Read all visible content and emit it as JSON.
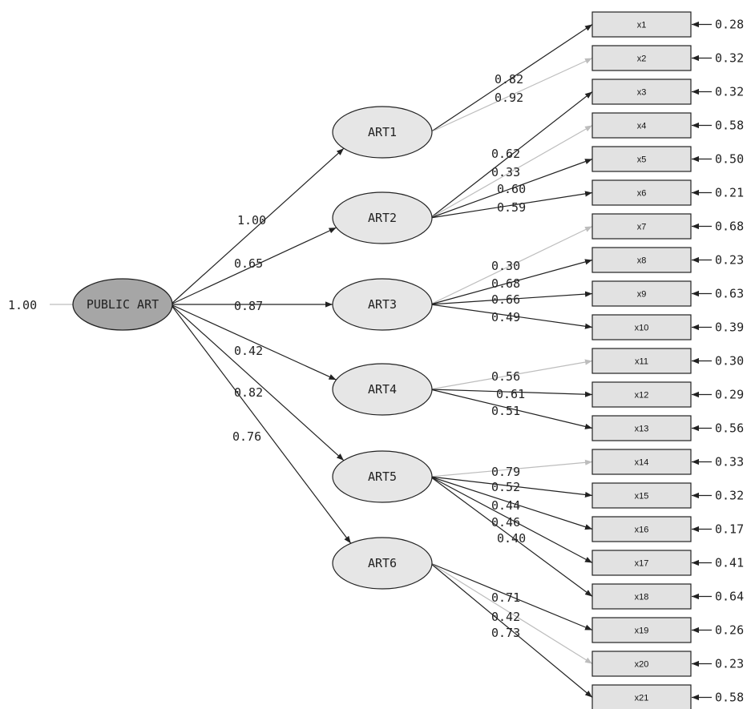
{
  "colors": {
    "primary_node_fill": "#a6a6a6",
    "factor_node_fill": "#e6e6e6",
    "indicator_fill": "#e2e2e2",
    "dark_path": "#222222",
    "light_path": "#bdbdbd"
  },
  "primary": {
    "label": "PUBLIC ART",
    "variance": "1.00"
  },
  "factors": [
    {
      "id": "ART1",
      "label": "ART1",
      "loading": "1.00"
    },
    {
      "id": "ART2",
      "label": "ART2",
      "loading": "0.65"
    },
    {
      "id": "ART3",
      "label": "ART3",
      "loading": "0.87"
    },
    {
      "id": "ART4",
      "label": "ART4",
      "loading": "0.42"
    },
    {
      "id": "ART5",
      "label": "ART5",
      "loading": "0.82"
    },
    {
      "id": "ART6",
      "label": "ART6",
      "loading": "0.76"
    }
  ],
  "indicators": [
    {
      "label": "x1",
      "error": "0.28",
      "factor": 0,
      "loading": "0.82",
      "style": "dark"
    },
    {
      "label": "x2",
      "error": "0.32",
      "factor": 0,
      "loading": "0.92",
      "style": "light"
    },
    {
      "label": "x3",
      "error": "0.32",
      "factor": 1,
      "loading": "0.62",
      "style": "dark"
    },
    {
      "label": "x4",
      "error": "0.58",
      "factor": 1,
      "loading": "0.33",
      "style": "light"
    },
    {
      "label": "x5",
      "error": "0.50",
      "factor": 1,
      "loading": "0.60",
      "style": "dark"
    },
    {
      "label": "x6",
      "error": "0.21",
      "factor": 1,
      "loading": "0.59",
      "style": "dark"
    },
    {
      "label": "x7",
      "error": "0.68",
      "factor": 2,
      "loading": "0.30",
      "style": "light"
    },
    {
      "label": "x8",
      "error": "0.23",
      "factor": 2,
      "loading": "0.68",
      "style": "dark"
    },
    {
      "label": "x9",
      "error": "0.63",
      "factor": 2,
      "loading": "0.66",
      "style": "dark"
    },
    {
      "label": "x10",
      "error": "0.39",
      "factor": 2,
      "loading": "0.49",
      "style": "dark"
    },
    {
      "label": "x11",
      "error": "0.30",
      "factor": 3,
      "loading": "0.56",
      "style": "light"
    },
    {
      "label": "x12",
      "error": "0.29",
      "factor": 3,
      "loading": "0.61",
      "style": "dark"
    },
    {
      "label": "x13",
      "error": "0.56",
      "factor": 3,
      "loading": "0.51",
      "style": "dark"
    },
    {
      "label": "x14",
      "error": "0.33",
      "factor": 4,
      "loading": "0.79",
      "style": "light"
    },
    {
      "label": "x15",
      "error": "0.32",
      "factor": 4,
      "loading": "0.52",
      "style": "dark"
    },
    {
      "label": "x16",
      "error": "0.17",
      "factor": 4,
      "loading": "0.44",
      "style": "dark"
    },
    {
      "label": "x17",
      "error": "0.41",
      "factor": 4,
      "loading": "0.46",
      "style": "dark"
    },
    {
      "label": "x18",
      "error": "0.64",
      "factor": 4,
      "loading": "0.40",
      "style": "dark"
    },
    {
      "label": "x19",
      "error": "0.26",
      "factor": 5,
      "loading": "0.71",
      "style": "dark"
    },
    {
      "label": "x20",
      "error": "0.23",
      "factor": 5,
      "loading": "0.42",
      "style": "light"
    },
    {
      "label": "x21",
      "error": "0.58",
      "factor": 5,
      "loading": "0.73",
      "style": "dark"
    }
  ]
}
